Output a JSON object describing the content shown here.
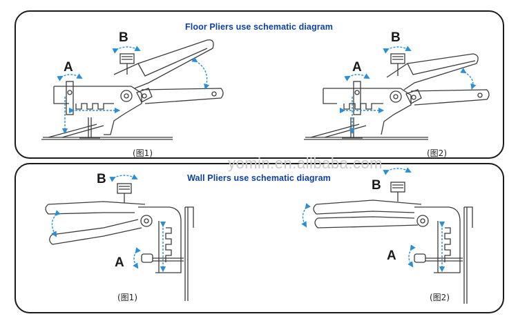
{
  "top_panel": {
    "title": "Floor Pliers use schematic diagram",
    "fig1_caption": "(图1)",
    "fig2_caption": "(图2)",
    "label_a": "A",
    "label_b": "B"
  },
  "bottom_panel": {
    "title": "Wall Pliers use schematic diagram",
    "fig1_caption": "(图1)",
    "fig2_caption": "(图2)",
    "label_a": "A",
    "label_b": "B"
  },
  "watermark": "yomin.en.alibaba.com",
  "colors": {
    "title": "#0d3fa6",
    "arrow": "#2a8fd4",
    "line": "#3a3a3a"
  }
}
